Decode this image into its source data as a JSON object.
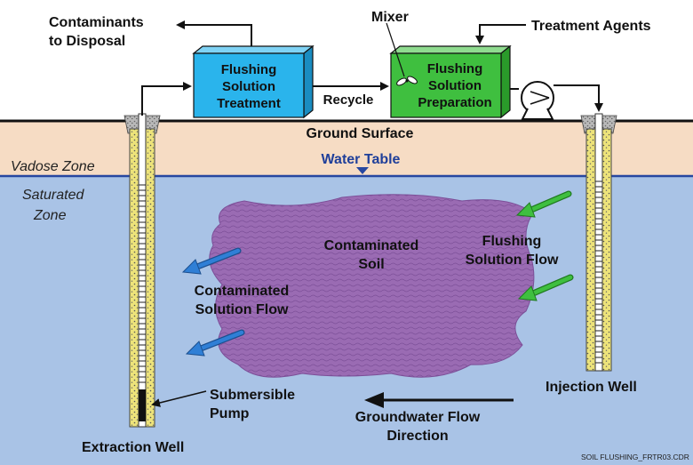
{
  "labels": {
    "contaminants_line1": "Contaminants",
    "contaminants_line2": "to Disposal",
    "mixer": "Mixer",
    "treatment_agents": "Treatment Agents",
    "recycle": "Recycle",
    "ground_surface": "Ground Surface",
    "vadose_zone": "Vadose Zone",
    "water_table": "Water Table",
    "saturated_line1": "Saturated",
    "saturated_line2": "Zone",
    "contaminated_soil_line1": "Contaminated",
    "contaminated_soil_line2": "Soil",
    "flushing_flow_line1": "Flushing",
    "flushing_flow_line2": "Solution Flow",
    "contaminated_flow_line1": "Contaminated",
    "contaminated_flow_line2": "Solution Flow",
    "pump_line1": "Submersible",
    "pump_line2": "Pump",
    "injection_well": "Injection Well",
    "groundwater_line1": "Groundwater Flow",
    "groundwater_line2": "Direction",
    "extraction_well": "Extraction Well",
    "footer": "SOIL FLUSHING_FRTR03.CDR"
  },
  "boxes": {
    "treatment": [
      "Flushing",
      "Solution",
      "Treatment"
    ],
    "preparation": [
      "Flushing",
      "Solution",
      "Preparation"
    ]
  },
  "colors": {
    "sky": "#ffffff",
    "vadose": "#f6dcc4",
    "saturated": "#a9c3e6",
    "water_table_line": "#2747a0",
    "soil_plume": "#9a6bb3",
    "treatment_box": "#2ab4ec",
    "preparation_box": "#3fbf3f",
    "well_sand": "#ede37a",
    "blue_arrow": "#2f7fd6",
    "green_arrow": "#3fbf3f"
  },
  "icons": [
    "mixer-icon",
    "pump-icon",
    "water-table-marker-icon"
  ]
}
